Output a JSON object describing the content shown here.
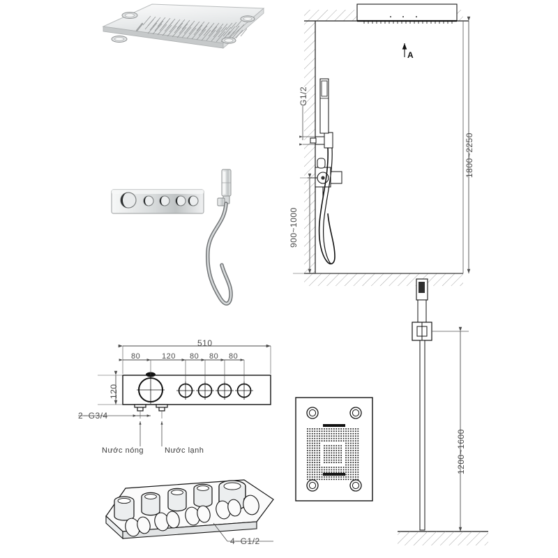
{
  "drawing": {
    "type": "technical-line-drawing",
    "subject": "concealed-thermostatic-shower-set",
    "background": "#ffffff",
    "line_color": "#1a1a1a",
    "hatch_color": "#8a8a8a",
    "dim_color": "#4a4a4a"
  },
  "views": {
    "ceiling_showerhead": {
      "name": "ceiling-rain-shower-panel-perspective"
    },
    "control_panel": {
      "name": "thermostatic-control-panel-perspective",
      "knob_count": 5
    },
    "hand_shower": {
      "name": "hand-shower-with-hose-perspective"
    },
    "wall_elevation": {
      "name": "wall-section-elevation"
    },
    "valve_plan": {
      "name": "valve-body-front-view-dimensioned"
    },
    "valve_iso": {
      "name": "valve-body-isometric"
    },
    "body_jet": {
      "name": "square-body-jet-front-view"
    },
    "hand_shower_elevation": {
      "name": "hand-shower-holder-elevation"
    }
  },
  "dimensions": {
    "overall_width": "510",
    "segment_1": "80",
    "segment_2": "120",
    "segment_3": "80",
    "segment_4": "80",
    "segment_5": "80",
    "body_height": "120",
    "ceiling_height": "1800~2250",
    "valve_height": "900~1000",
    "hand_shower_height": "1200~1600"
  },
  "labels": {
    "inlet_thread": "2−G3/4",
    "outlet_thread": "4−G1/2",
    "hose_thread": "G1/2",
    "hot_water": "Nước nóng",
    "cold_water": "Nước lạnh",
    "section_marker": "A"
  }
}
